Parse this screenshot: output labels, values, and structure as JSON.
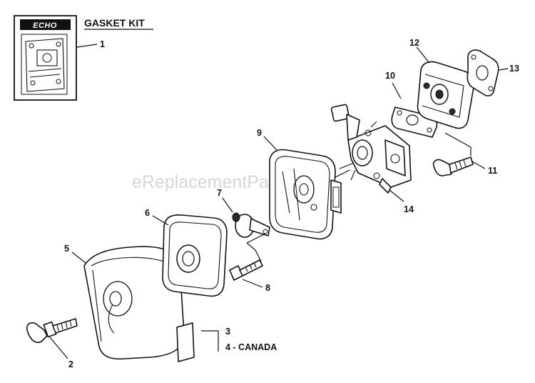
{
  "kit": {
    "brand": "ECHO",
    "title": "GASKET KIT"
  },
  "watermark": "eReplacementParts.com",
  "callouts": {
    "c1": "1",
    "c2": "2",
    "c3": "3",
    "c4": "4 - CANADA",
    "c5": "5",
    "c6": "6",
    "c7": "7",
    "c8": "8",
    "c9": "9",
    "c10": "10",
    "c11": "11",
    "c12": "12",
    "c13": "13",
    "c14": "14"
  }
}
